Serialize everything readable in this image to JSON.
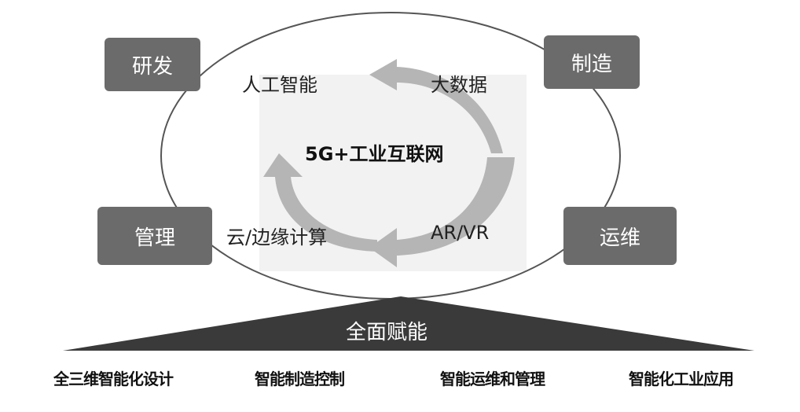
{
  "boxes": {
    "rd": "研发",
    "manufacturing": "制造",
    "management": "管理",
    "operations": "运维"
  },
  "technologies": {
    "ai": "人工智能",
    "big_data": "大数据",
    "cloud_edge": "云/边缘计算",
    "ar_vr": "AR/VR"
  },
  "center_title": "5G+工业互联网",
  "base_label": "全面赋能",
  "bottom_items": [
    "全三维智能化设计",
    "智能制造控制",
    "智能运维和管理",
    "智能化工业应用"
  ],
  "colors": {
    "box_fill": "#6b6b6b",
    "arrow_fill": "#b5b5b5",
    "base_fill": "#3a3a3a",
    "ellipse_stroke": "#555555"
  }
}
